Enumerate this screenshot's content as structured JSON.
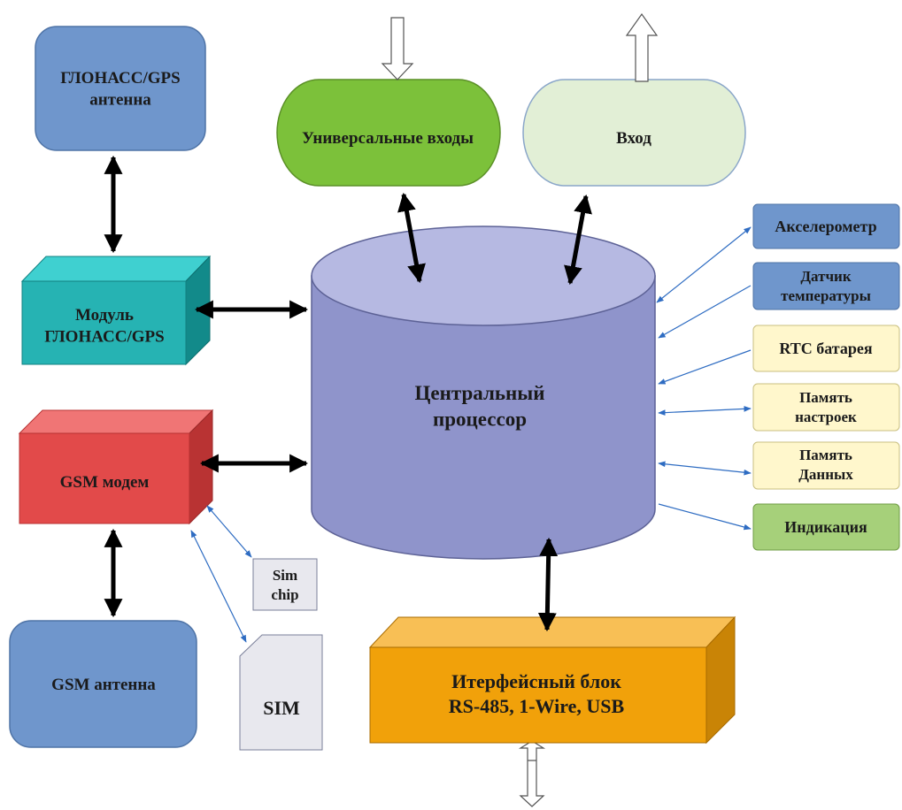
{
  "diagram": {
    "gnss_antenna": "ГЛОНАСС/GPS\nантенна",
    "gnss_module": "Модуль\nГЛОНАСС/GPS",
    "gsm_modem": "GSM модем",
    "gsm_antenna": "GSM антенна",
    "sim_chip": "Sim\nchip",
    "sim_card": "SIM",
    "universal_inputs": "Универсальные входы",
    "input": "Вход",
    "cpu": "Центральный\nпроцессор",
    "interface_block": "Итерфейсный блок\nRS-485, 1-Wire, USB",
    "accelerometer": "Акселерометр",
    "temp_sensor": "Датчик\nтемпературы",
    "rtc_battery": "RTC батарея",
    "settings_memory": "Память\nнастроек",
    "data_memory": "Память\nДанных",
    "indication": "Индикация"
  },
  "colors": {
    "antenna_blue": "#6f96cc",
    "module_teal": "#26b3b3",
    "gsm_red": "#e24a4a",
    "inputs_green": "#7cc13a",
    "input_light": "#e2efd6",
    "cpu_purple": "#8f94cb",
    "interface_orange": "#f1a10a",
    "side_blue": "#6f96cc",
    "side_yellow": "#fff7cc",
    "side_green": "#a6d07a"
  }
}
